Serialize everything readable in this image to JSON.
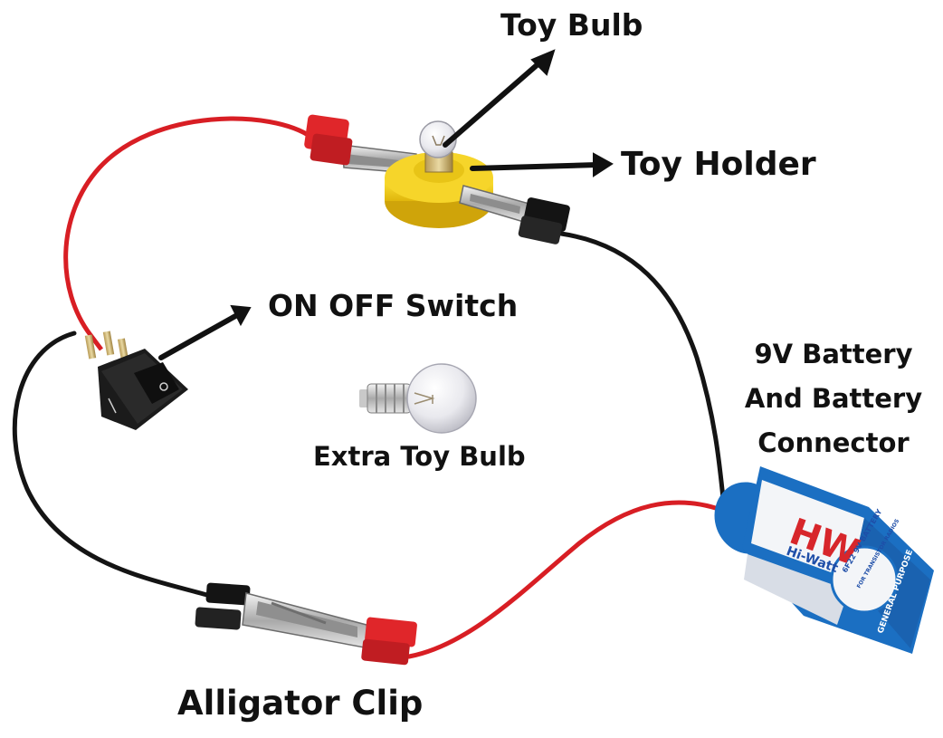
{
  "labels": {
    "toy_bulb": "Toy Bulb",
    "toy_holder": "Toy Holder",
    "switch": "ON OFF Switch",
    "extra_bulb": "Extra Toy Bulb",
    "battery": "9V Battery And Battery Connector",
    "alligator_clip": "Alligator Clip"
  },
  "battery_print": {
    "logo": "HW",
    "brand": "Hi-Watt",
    "type": "6F22 9V BATTERY",
    "use": "FOR TRANSISTOR RADIOS",
    "purpose": "GENERAL PURPOSE"
  },
  "colors": {
    "red_wire": "#d81e24",
    "black_wire": "#141414",
    "holder_yellow": "#f2d11a",
    "clip_red": "#e0262a",
    "battery_blue": "#1b6fc2",
    "battery_white": "#f3f5f8",
    "logo_red": "#d7262b",
    "logo_blue": "#1e4ea8"
  },
  "icons": [
    "arrow-icon",
    "bulb-icon",
    "switch-icon",
    "battery-icon",
    "alligator-clip-icon",
    "bulb-holder-icon"
  ]
}
